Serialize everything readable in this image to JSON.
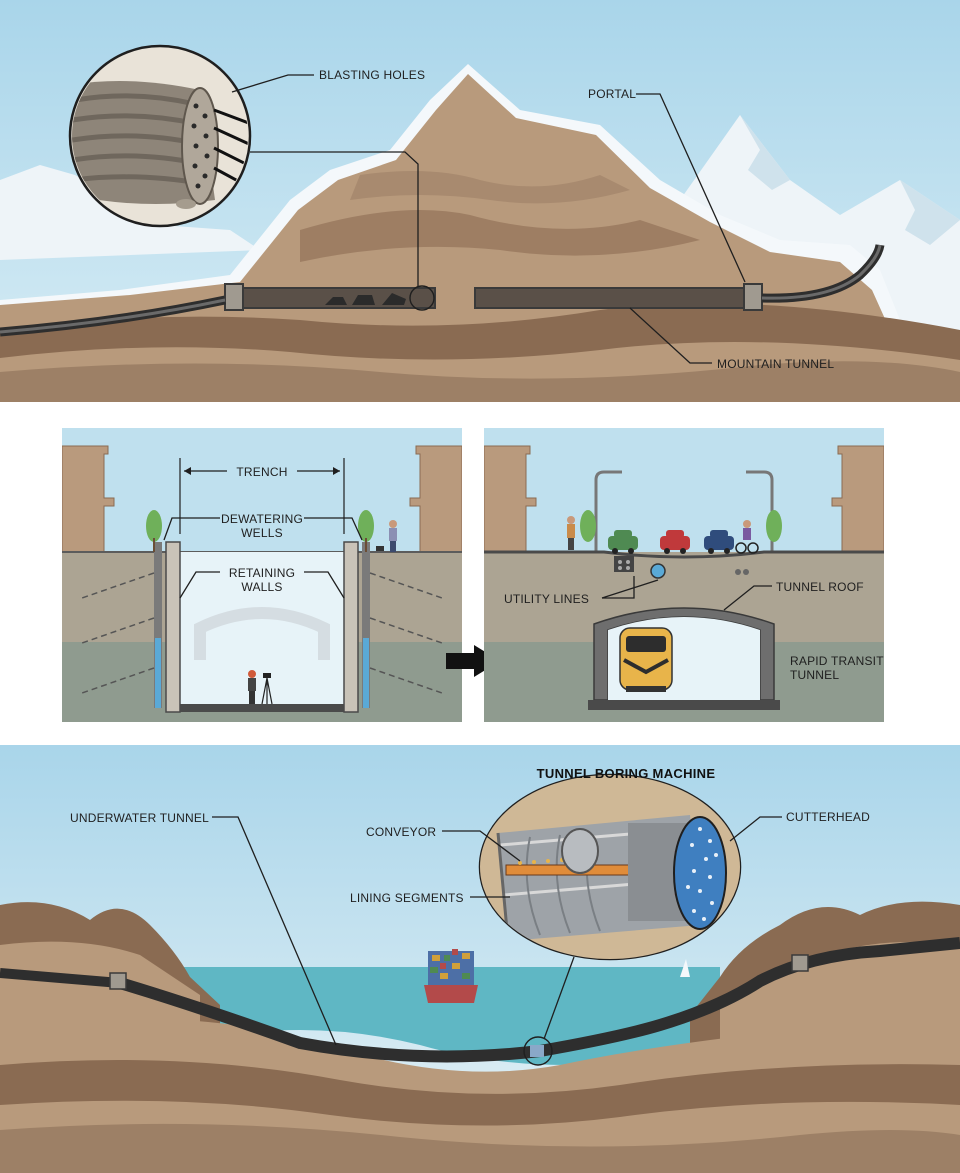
{
  "mountain": {
    "labels": {
      "blasting_holes": "BLASTING HOLES",
      "portal": "PORTAL",
      "mountain_tunnel": "MOUNTAIN TUNNEL"
    }
  },
  "cut_and_cover": {
    "labels": {
      "trench": "TRENCH",
      "dewatering_1": "DEWATERING",
      "dewatering_2": "WELLS",
      "retaining_1": "RETAINING",
      "retaining_2": "WALLS",
      "utility_lines": "UTILITY LINES",
      "tunnel_roof": "TUNNEL ROOF",
      "rapid_1": "RAPID TRANSIT",
      "rapid_2": "TUNNEL"
    }
  },
  "underwater": {
    "title": "TUNNEL BORING MACHINE",
    "labels": {
      "underwater_tunnel": "UNDERWATER TUNNEL",
      "conveyor": "CONVEYOR",
      "lining_segments": "LINING SEGMENTS",
      "cutterhead": "CUTTERHEAD"
    }
  },
  "colors": {
    "sky": "#bfe0ee",
    "snow": "#f4f8fb",
    "rock_light": "#b89a7c",
    "rock_dark": "#8a6b52",
    "soil": "#a59d8c",
    "water": "#5fb7c4",
    "tunnel": "#3a3a3a"
  }
}
